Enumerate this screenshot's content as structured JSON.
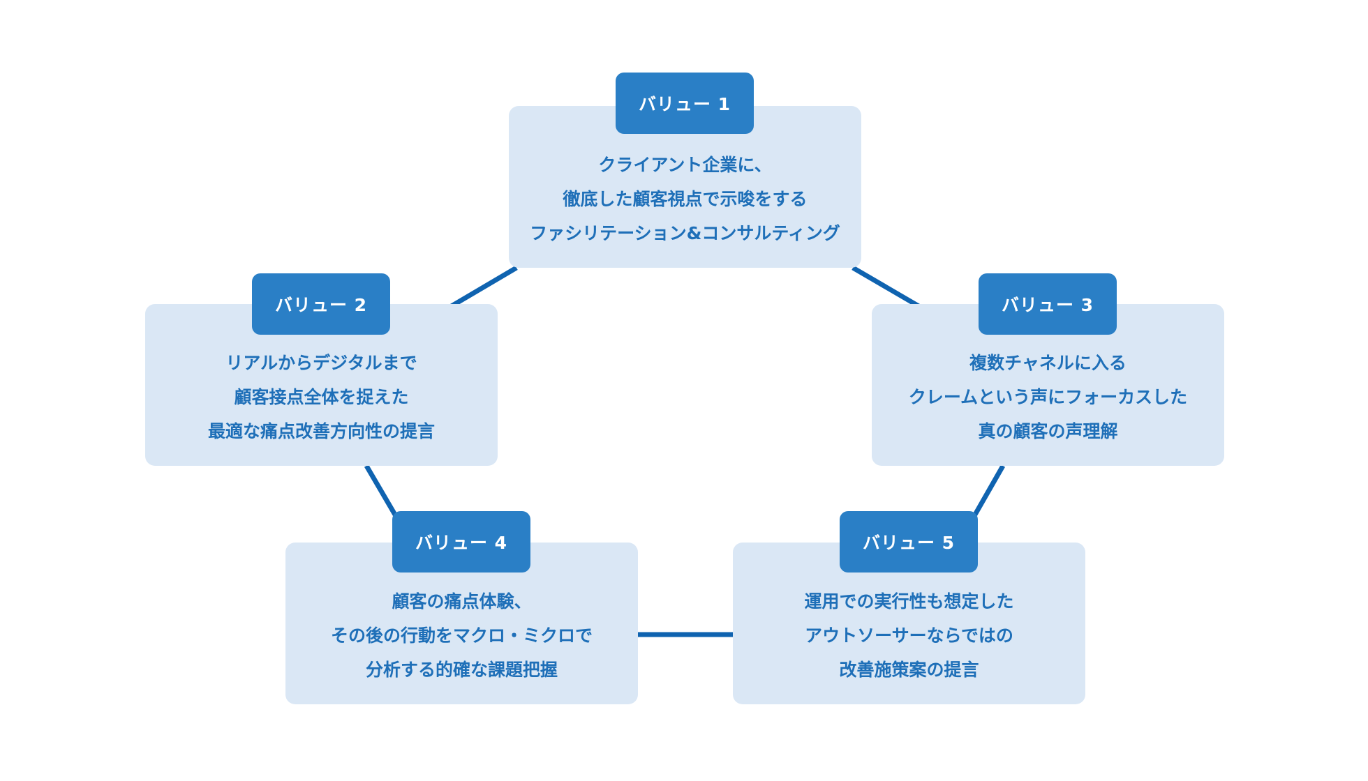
{
  "colors": {
    "connector": "#0f63b0",
    "card_background": "#dae7f5",
    "label_background": "#2a7fc6",
    "card_text": "#1e6fb8",
    "label_text": "#ffffff"
  },
  "values": [
    {
      "label": "バリュー 1",
      "lines": [
        "クライアント企業に、",
        "徹底した顧客視点で示唆をする",
        "ファシリテーション&コンサルティング"
      ]
    },
    {
      "label": "バリュー 2",
      "lines": [
        "リアルからデジタルまで",
        "顧客接点全体を捉えた",
        "最適な痛点改善方向性の提言"
      ]
    },
    {
      "label": "バリュー 3",
      "lines": [
        "複数チャネルに入る",
        "クレームという声にフォーカスした",
        "真の顧客の声理解"
      ]
    },
    {
      "label": "バリュー 4",
      "lines": [
        "顧客の痛点体験、",
        "その後の行動をマクロ・ミクロで",
        "分析する的確な課題把握"
      ]
    },
    {
      "label": "バリュー 5",
      "lines": [
        "運用での実行性も想定した",
        "アウトソーサーならではの",
        "改善施策案の提言"
      ]
    }
  ]
}
